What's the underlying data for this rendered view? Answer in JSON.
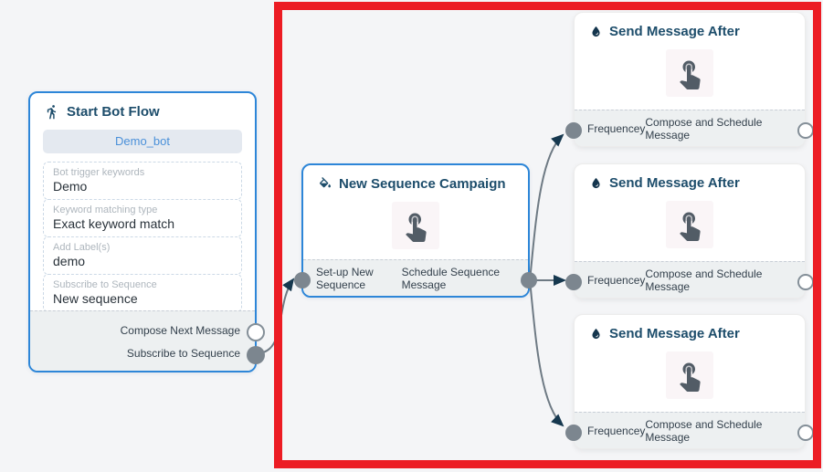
{
  "colors": {
    "canvas_bg": "#f4f5f7",
    "accent_blue": "#2d86d8",
    "highlight_red": "#ec1c24",
    "title_navy": "#1d4d6b",
    "edge_gray": "#6e7a84",
    "bot_button_text": "#4a90d9"
  },
  "start_node": {
    "title": "Start Bot Flow",
    "icon": "walking-person-icon",
    "bot_name": "Demo_bot",
    "fields": [
      {
        "label": "Bot trigger keywords",
        "value": "Demo"
      },
      {
        "label": "Keyword matching type",
        "value": "Exact keyword match"
      },
      {
        "label": "Add Label(s)",
        "value": "demo"
      },
      {
        "label": "Subscribe to Sequence",
        "value": "New sequence"
      }
    ],
    "outputs": [
      {
        "label": "Compose Next Message",
        "connected": false
      },
      {
        "label": "Subscribe to Sequence",
        "connected": true
      }
    ]
  },
  "sequence_node": {
    "title": "New Sequence Campaign",
    "icon": "paint-bucket-icon",
    "center_icon": "hand-tap-icon",
    "footer_left": "Set-up New Sequence",
    "footer_right": "Schedule Sequence Message"
  },
  "send_nodes": [
    {
      "title": "Send Message After",
      "icon": "water-drop-icon",
      "center_icon": "hand-tap-icon",
      "footer_left": "Frequencey",
      "footer_right": "Compose and Schedule Message"
    },
    {
      "title": "Send Message After",
      "icon": "water-drop-icon",
      "center_icon": "hand-tap-icon",
      "footer_left": "Frequencey",
      "footer_right": "Compose and Schedule Message"
    },
    {
      "title": "Send Message After",
      "icon": "water-drop-icon",
      "center_icon": "hand-tap-icon",
      "footer_left": "Frequencey",
      "footer_right": "Compose and Schedule Message"
    }
  ]
}
